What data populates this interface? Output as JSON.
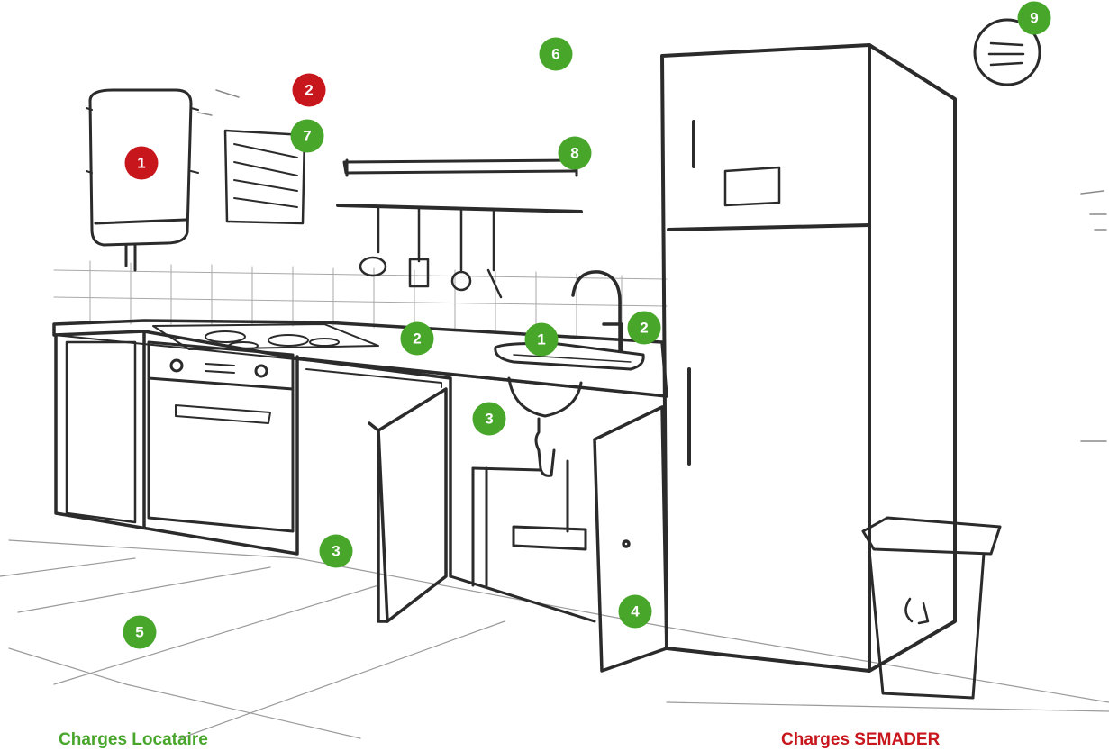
{
  "colors": {
    "tenant": "#48a62b",
    "landlord": "#c8161d",
    "ink": "#2b2b2b"
  },
  "markers": [
    {
      "id": "water-heater",
      "label": "1",
      "color": "red"
    },
    {
      "id": "wall-vent",
      "label": "2",
      "color": "red"
    },
    {
      "id": "ceiling",
      "label": "6",
      "color": "green"
    },
    {
      "id": "vent-grille",
      "label": "7",
      "color": "green"
    },
    {
      "id": "shelf",
      "label": "8",
      "color": "green"
    },
    {
      "id": "wall-clock",
      "label": "9",
      "color": "green"
    },
    {
      "id": "countertop",
      "label": "2",
      "color": "green"
    },
    {
      "id": "sink",
      "label": "1",
      "color": "green"
    },
    {
      "id": "faucet",
      "label": "2",
      "color": "green"
    },
    {
      "id": "sink-drain",
      "label": "3",
      "color": "green"
    },
    {
      "id": "cabinet-door",
      "label": "3",
      "color": "green"
    },
    {
      "id": "cabinet-open-door",
      "label": "4",
      "color": "green"
    },
    {
      "id": "floor",
      "label": "5",
      "color": "green"
    }
  ],
  "legend": {
    "tenant": "Charges Locataire",
    "semader": "Charges SEMADER"
  }
}
